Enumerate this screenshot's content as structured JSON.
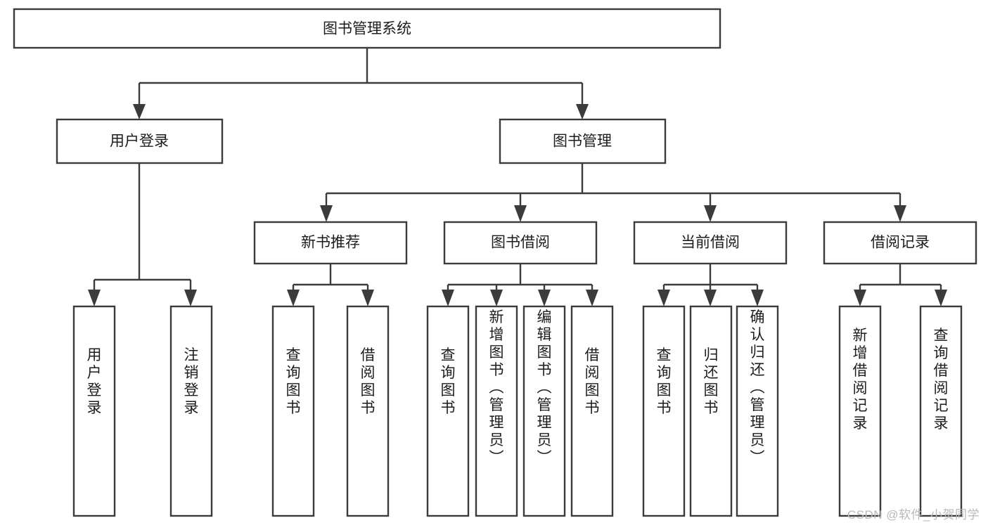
{
  "diagram": {
    "type": "tree-hierarchy-chart",
    "title": "图书管理系统",
    "watermark": "CSDN @软件_小贺同学",
    "colors": {
      "stroke": "#3b3b3b",
      "fill": "#ffffff",
      "text": "#1c1c1c",
      "watermark": "#b9b9b9"
    },
    "root": {
      "label": "图书管理系统"
    },
    "level2": [
      {
        "label": "用户登录"
      },
      {
        "label": "图书管理"
      }
    ],
    "level3": [
      {
        "label": "新书推荐"
      },
      {
        "label": "图书借阅"
      },
      {
        "label": "当前借阅"
      },
      {
        "label": "借阅记录"
      }
    ],
    "leaves": {
      "user_login": [
        {
          "label": "用户登录"
        },
        {
          "label": "注销登录"
        }
      ],
      "new_book_recommend": [
        {
          "label": "查询图书"
        },
        {
          "label": "借阅图书"
        }
      ],
      "book_borrow": [
        {
          "label": "查询图书"
        },
        {
          "label": "新增图书（管理员）"
        },
        {
          "label": "编辑图书（管理员）"
        },
        {
          "label": "借阅图书"
        }
      ],
      "current_borrow": [
        {
          "label": "查询图书"
        },
        {
          "label": "归还图书"
        },
        {
          "label": "确认归还（管理员）"
        }
      ],
      "borrow_records": [
        {
          "label": "新增借阅记录"
        },
        {
          "label": "查询借阅记录"
        }
      ]
    }
  }
}
